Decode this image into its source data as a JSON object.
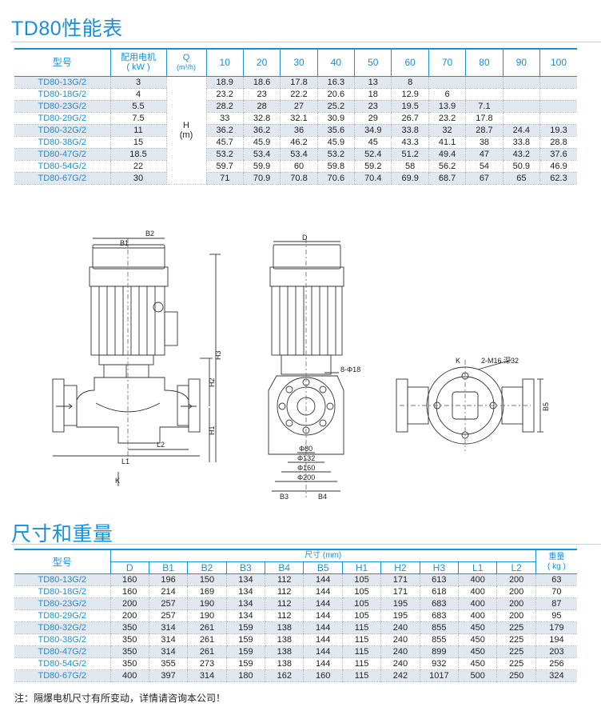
{
  "perf_section": {
    "title": "TD80性能表",
    "headers": {
      "model": "型号",
      "power_line1": "配用电机",
      "power_line2": "( kW )",
      "q_line1": "Q",
      "q_line2": "(m³/h)",
      "flows": [
        "10",
        "20",
        "30",
        "40",
        "50",
        "60",
        "70",
        "80",
        "90",
        "100"
      ],
      "h_line1": "H",
      "h_line2": "(m)"
    },
    "rows": [
      {
        "model": "TD80-13G/2",
        "kw": "3",
        "h": [
          "18.9",
          "18.6",
          "17.8",
          "16.3",
          "13",
          "8",
          "",
          "",
          "",
          ""
        ]
      },
      {
        "model": "TD80-18G/2",
        "kw": "4",
        "h": [
          "23.2",
          "23",
          "22.2",
          "20.6",
          "18",
          "12.9",
          "6",
          "",
          "",
          ""
        ]
      },
      {
        "model": "TD80-23G/2",
        "kw": "5.5",
        "h": [
          "28.2",
          "28",
          "27",
          "25.2",
          "23",
          "19.5",
          "13.9",
          "7.1",
          "",
          ""
        ]
      },
      {
        "model": "TD80-29G/2",
        "kw": "7.5",
        "h": [
          "33",
          "32.8",
          "32.1",
          "30.9",
          "29",
          "26.7",
          "23.2",
          "17.8",
          "",
          ""
        ]
      },
      {
        "model": "TD80-32G/2",
        "kw": "11",
        "h": [
          "36.2",
          "36.2",
          "36",
          "35.6",
          "34.9",
          "33.8",
          "32",
          "28.7",
          "24.4",
          "19.3"
        ]
      },
      {
        "model": "TD80-38G/2",
        "kw": "15",
        "h": [
          "45.7",
          "45.9",
          "46.2",
          "45.9",
          "45",
          "43.3",
          "41.1",
          "38",
          "33.8",
          "28.8"
        ]
      },
      {
        "model": "TD80-47G/2",
        "kw": "18.5",
        "h": [
          "53.2",
          "53.4",
          "53.4",
          "53.2",
          "52.4",
          "51.2",
          "49.4",
          "47",
          "43.2",
          "37.6"
        ]
      },
      {
        "model": "TD80-54G/2",
        "kw": "22",
        "h": [
          "59.7",
          "59.9",
          "60",
          "59.8",
          "59.2",
          "58",
          "56.2",
          "54",
          "50.9",
          "46.9"
        ]
      },
      {
        "model": "TD80-67G/2",
        "kw": "30",
        "h": [
          "71",
          "70.9",
          "70.8",
          "70.6",
          "70.4",
          "69.9",
          "68.7",
          "67",
          "65",
          "62.3"
        ]
      }
    ]
  },
  "drawing": {
    "labels": {
      "b1": "B1",
      "b2": "B2",
      "h1": "H1",
      "h2": "H2",
      "h3": "H3",
      "l1": "L1",
      "l2": "L2",
      "k": "K",
      "d": "D",
      "holes": "8-Φ18",
      "d80": "Φ80",
      "d132": "Φ132",
      "d160": "Φ160",
      "d200": "Φ200",
      "b3": "B3",
      "b4": "B4",
      "k2": "K",
      "m16": "2-M16 深32",
      "b5": "B5"
    }
  },
  "dim_section": {
    "title": "尺寸和重量",
    "headers": {
      "model": "型号",
      "group": "尺寸 (mm)",
      "cols": [
        "D",
        "B1",
        "B2",
        "B3",
        "B4",
        "B5",
        "H1",
        "H2",
        "H3",
        "L1",
        "L2"
      ],
      "weight_line1": "重量",
      "weight_line2": "( kg )"
    },
    "rows": [
      {
        "model": "TD80-13G/2",
        "v": [
          "160",
          "196",
          "150",
          "134",
          "112",
          "144",
          "105",
          "171",
          "613",
          "400",
          "200",
          "63"
        ]
      },
      {
        "model": "TD80-18G/2",
        "v": [
          "160",
          "214",
          "169",
          "134",
          "112",
          "144",
          "105",
          "171",
          "618",
          "400",
          "200",
          "70"
        ]
      },
      {
        "model": "TD80-23G/2",
        "v": [
          "200",
          "257",
          "190",
          "134",
          "112",
          "144",
          "105",
          "195",
          "683",
          "400",
          "200",
          "87"
        ]
      },
      {
        "model": "TD80-29G/2",
        "v": [
          "200",
          "257",
          "190",
          "134",
          "112",
          "144",
          "105",
          "195",
          "683",
          "400",
          "200",
          "95"
        ]
      },
      {
        "model": "TD80-32G/2",
        "v": [
          "350",
          "314",
          "261",
          "159",
          "138",
          "144",
          "115",
          "240",
          "855",
          "450",
          "225",
          "179"
        ]
      },
      {
        "model": "TD80-38G/2",
        "v": [
          "350",
          "314",
          "261",
          "159",
          "138",
          "144",
          "115",
          "240",
          "855",
          "450",
          "225",
          "194"
        ]
      },
      {
        "model": "TD80-47G/2",
        "v": [
          "350",
          "314",
          "261",
          "159",
          "138",
          "144",
          "115",
          "240",
          "899",
          "450",
          "225",
          "203"
        ]
      },
      {
        "model": "TD80-54G/2",
        "v": [
          "350",
          "355",
          "273",
          "159",
          "138",
          "144",
          "115",
          "240",
          "932",
          "450",
          "225",
          "256"
        ]
      },
      {
        "model": "TD80-67G/2",
        "v": [
          "400",
          "397",
          "314",
          "180",
          "162",
          "160",
          "115",
          "242",
          "1017",
          "500",
          "250",
          "324"
        ]
      }
    ]
  },
  "note": "注：隔爆电机尺寸有所变动，详情请咨询本公司！",
  "colors": {
    "accent": "#1a8fd6",
    "row_shade": "#e2e8f0"
  }
}
